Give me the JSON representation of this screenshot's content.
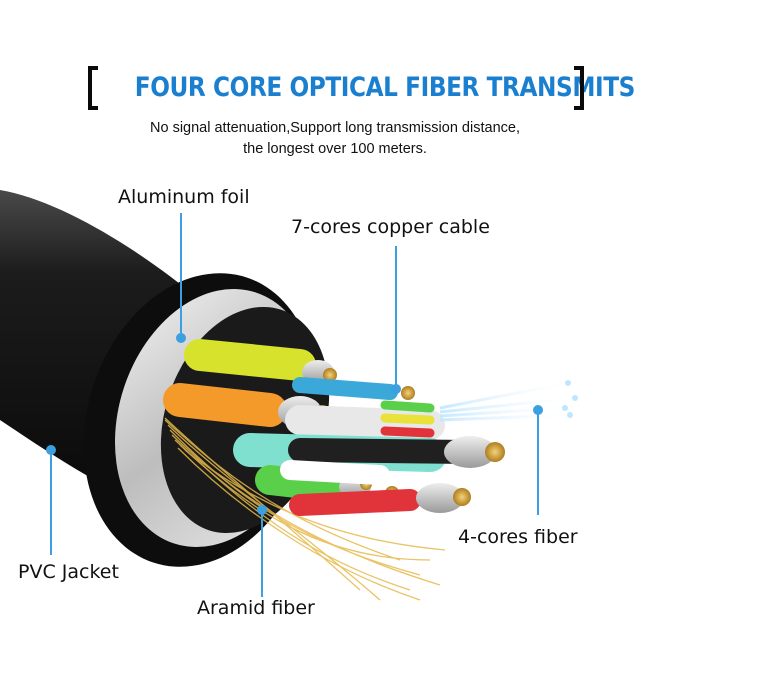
{
  "header": {
    "title": "FOUR CORE OPTICAL FIBER TRANSMITS",
    "subtitle_line1": "No signal attenuation,Support long transmission distance,",
    "subtitle_line2": "the longest over 100 meters."
  },
  "labels": {
    "aluminum_foil": "Aluminum foil",
    "copper_cable": "7-cores copper cable",
    "fiber": "4-cores fiber",
    "pvc_jacket": "PVC Jacket",
    "aramid_fiber": "Aramid fiber"
  },
  "colors": {
    "title": "#1b7fd0",
    "leader_line": "#3aa0e0",
    "jacket": "#151515"
  }
}
